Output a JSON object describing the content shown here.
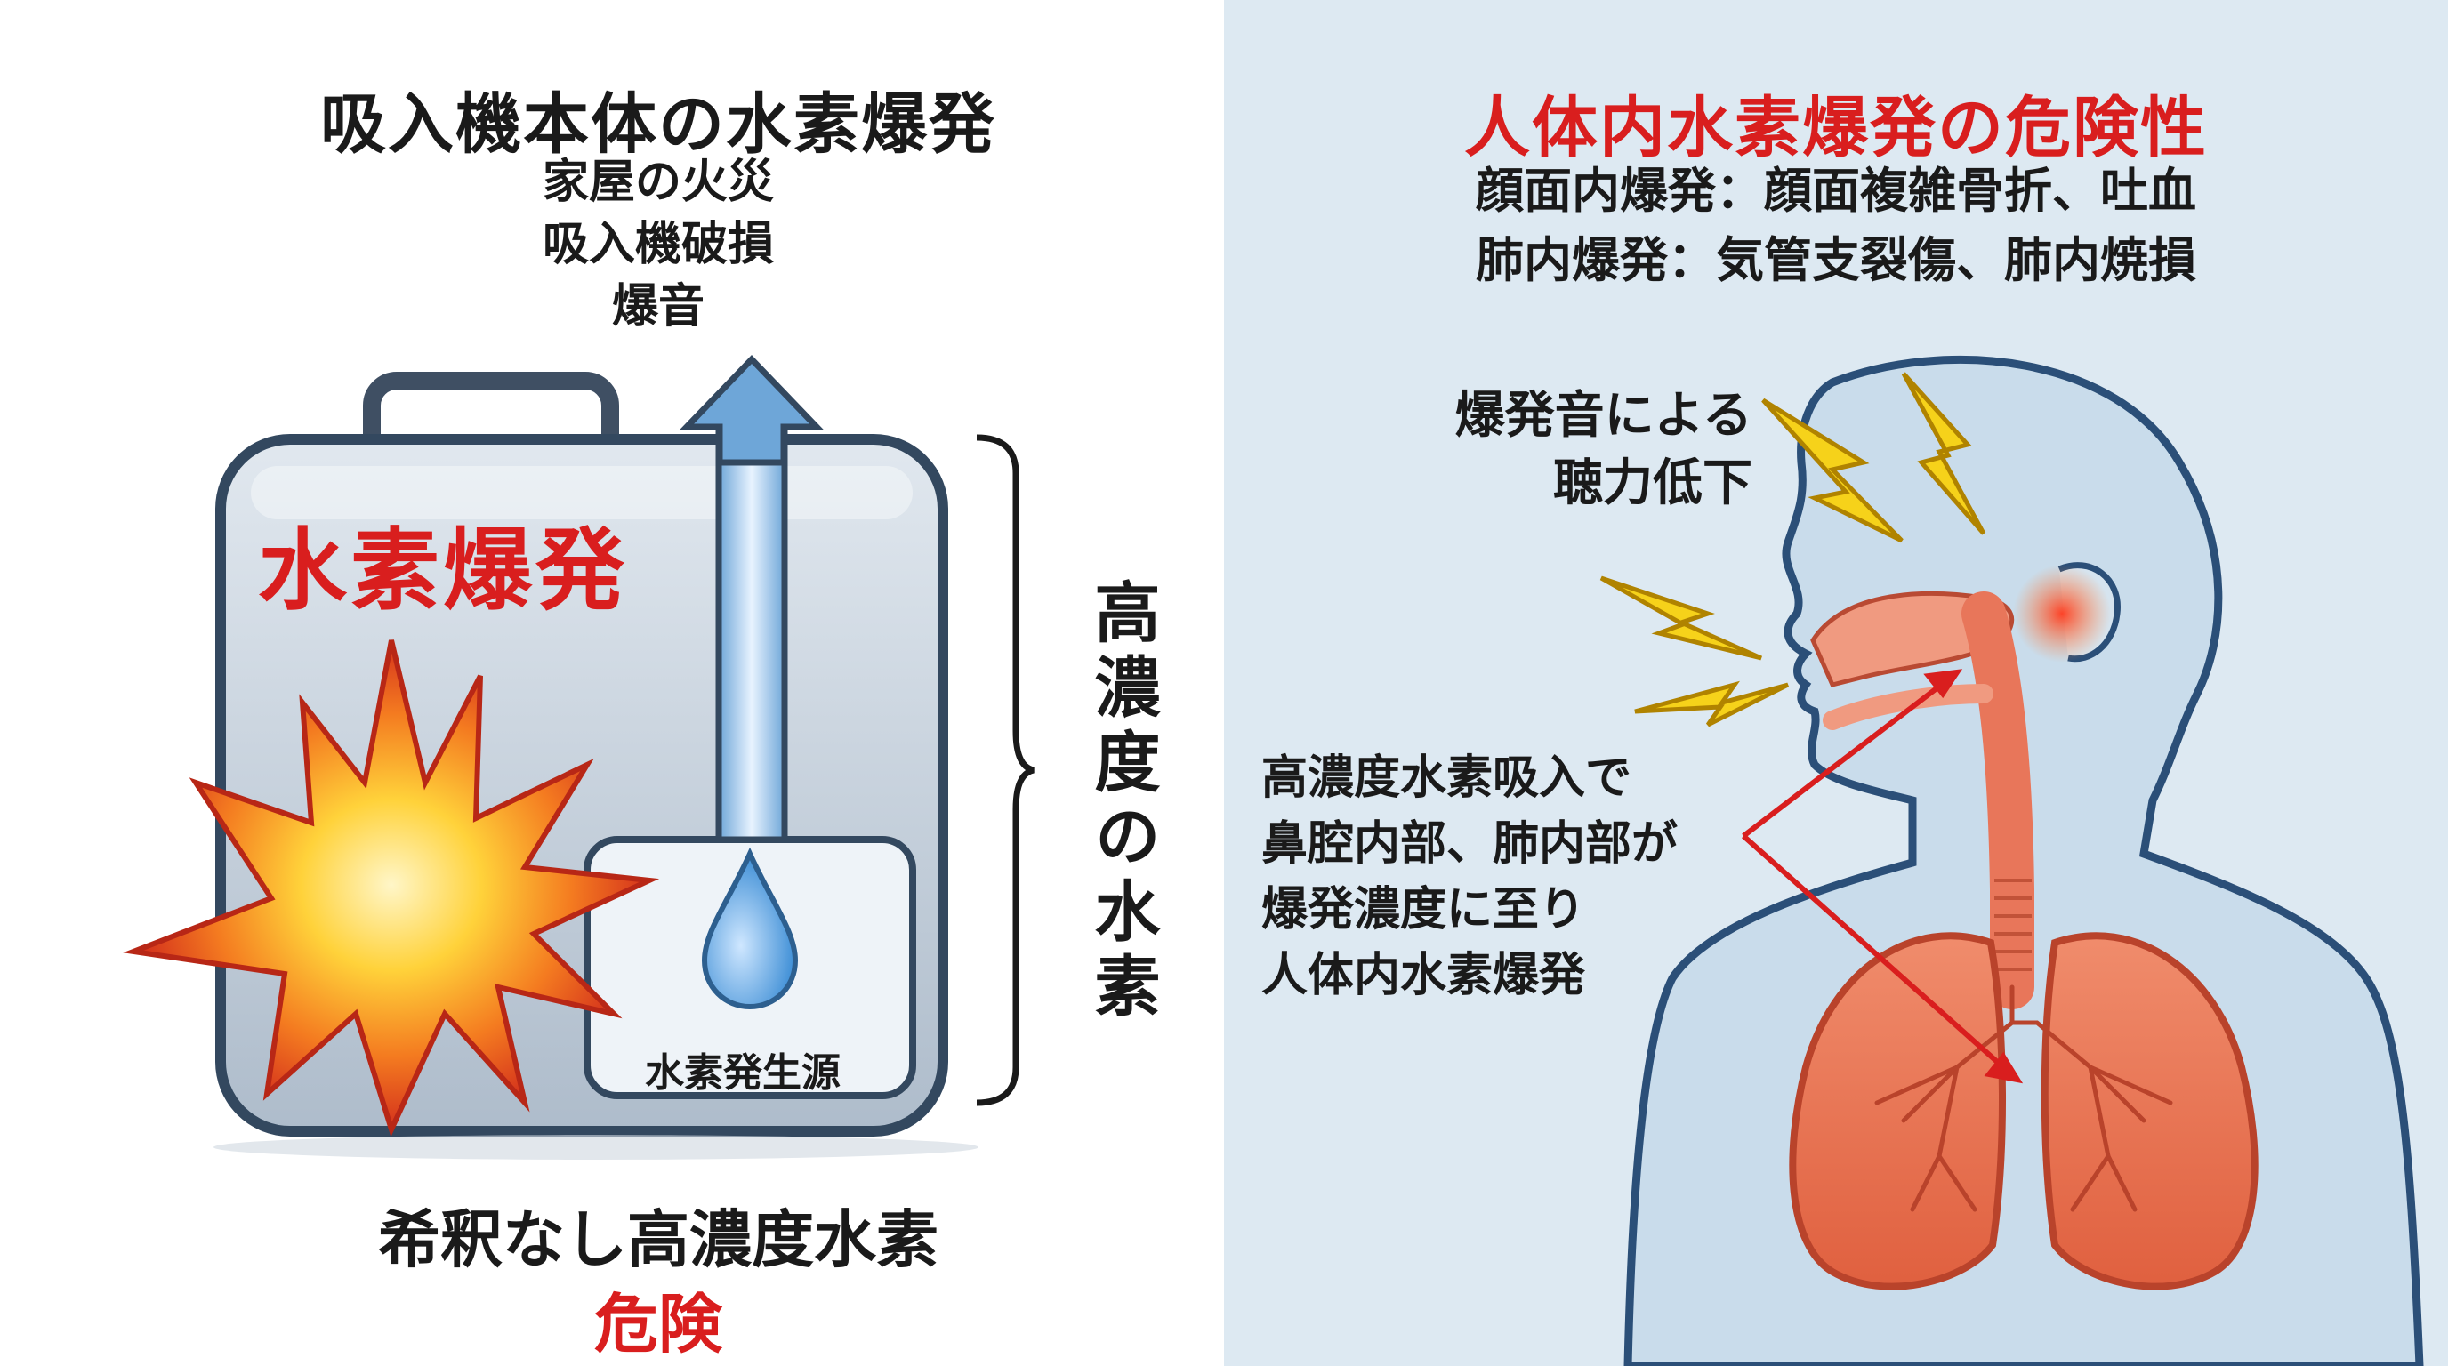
{
  "left": {
    "title": "吸入機本体の水素爆発",
    "effects": [
      "家屋の火災",
      "吸入機破損",
      "爆音"
    ],
    "device_label": "水素爆発",
    "source_label": "水素発生源",
    "bracket_label": "高濃度の水素",
    "bottom_main": "希釈なし高濃度水素",
    "bottom_danger": "危険"
  },
  "right": {
    "title": "人体内水素爆発の危険性",
    "effects": [
      "顔面内爆発：顔面複雑骨折、吐血",
      "肺内爆発：気管支裂傷、肺内焼損"
    ],
    "hearing_label": [
      "爆発音による",
      "聴力低下"
    ],
    "inhale_label": [
      "高濃度水素吸入で",
      "鼻腔内部、肺内部が",
      "爆発濃度に至り",
      "人体内水素爆発"
    ]
  },
  "colors": {
    "danger_red": "#d91e1e",
    "right_bg": "#dde9f2",
    "device_fill": "#c4d0dc",
    "lung": "#e8765a",
    "bolt": "#f6d21a"
  },
  "icons": [
    "explosion-burst-icon",
    "water-drop-icon",
    "up-arrow-icon",
    "lightning-bolt-icon",
    "human-body-icon",
    "lungs-icon",
    "red-arrow-icon",
    "curly-bracket-icon"
  ]
}
